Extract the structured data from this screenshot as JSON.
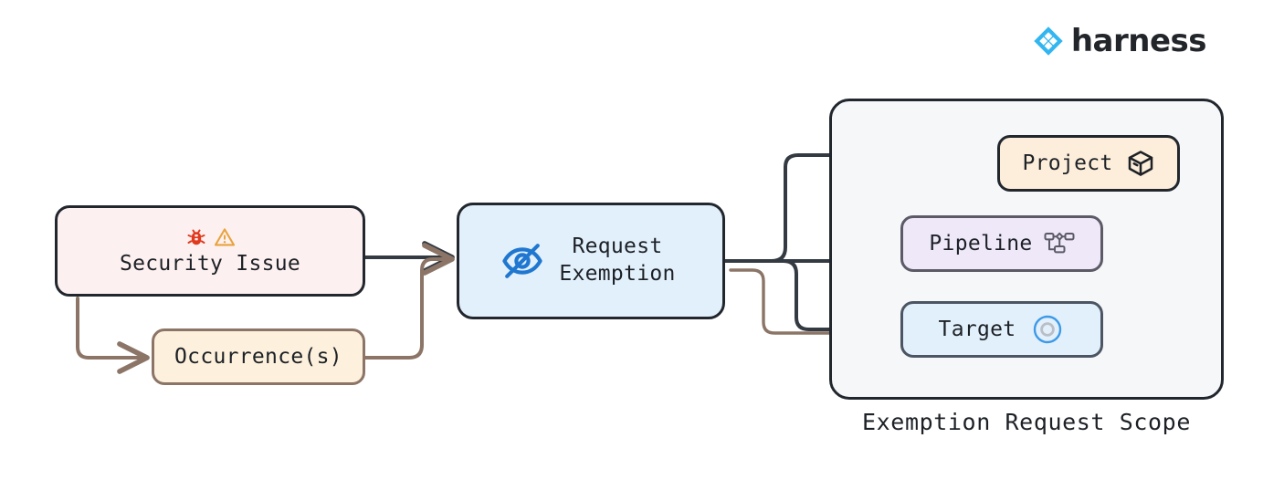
{
  "brand": {
    "name": "harness",
    "mark_icon": "harness-diamond-logo-icon",
    "accent_color": "#33b6ef"
  },
  "diagram": {
    "title": "Exemption Request Scope",
    "nodes": {
      "security_issue": {
        "label": "Security Issue",
        "icons": [
          "bug-icon",
          "warning-triangle-icon"
        ],
        "fill": "#fdf0f0",
        "stroke": "#22272e",
        "bug_color": "#e03a1e",
        "warning_color": "#e8a33d"
      },
      "occurrences": {
        "label": "Occurrence(s)",
        "fill": "#fdf0dd",
        "stroke": "#8c7567"
      },
      "request_exemption": {
        "label_line1": "Request",
        "label_line2": "Exemption",
        "icon": "eye-slash-icon",
        "icon_color": "#1f77d0",
        "fill": "#e2f0fc",
        "stroke": "#22272e"
      },
      "project": {
        "label": "Project",
        "icon": "cube-icon",
        "fill": "#fdeedb",
        "stroke": "#22272e"
      },
      "pipeline": {
        "label": "Pipeline",
        "icon": "pipeline-nodes-icon",
        "fill": "#eee8f9",
        "stroke": "#5c5a66"
      },
      "target": {
        "label": "Target",
        "icon": "target-circles-icon",
        "fill": "#e2f0fc",
        "stroke": "#4b5563",
        "icon_color": "#3d9ae8"
      }
    },
    "scope": {
      "caption": "Exemption Request Scope",
      "fill": "#f6f7f9",
      "stroke": "#22272e"
    },
    "edges": [
      {
        "from": "security_issue",
        "to": "request_exemption",
        "color": "#333a41"
      },
      {
        "from": "security_issue",
        "to": "occurrences",
        "color": "#8c7567"
      },
      {
        "from": "occurrences",
        "to": "request_exemption",
        "color": "#8c7567"
      },
      {
        "from": "request_exemption",
        "to": "project",
        "color": "#333a41"
      },
      {
        "from": "request_exemption",
        "to": "pipeline",
        "color": "#333a41"
      },
      {
        "from": "request_exemption",
        "to": "target",
        "color": "#333a41"
      },
      {
        "from": "occurrences",
        "to": "target",
        "color": "#8c7567"
      },
      {
        "from": "project",
        "to": "pipeline",
        "color": "#333a41"
      },
      {
        "from": "project",
        "to": "target",
        "color": "#333a41"
      }
    ]
  }
}
